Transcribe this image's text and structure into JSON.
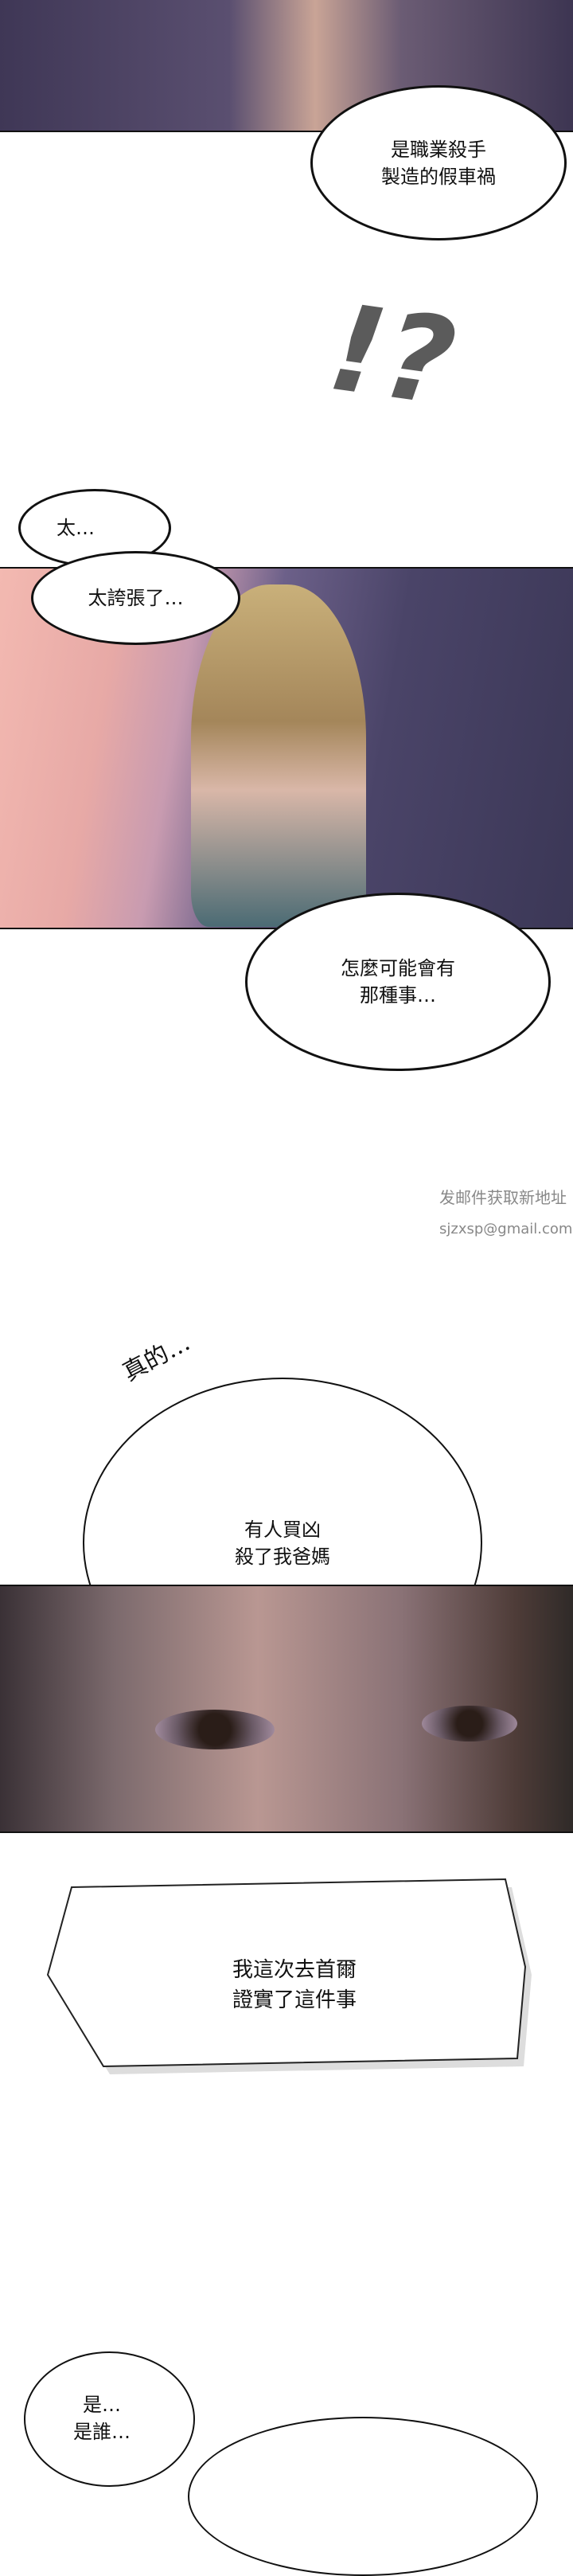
{
  "bubbles": {
    "b1": "是職業殺手\n製造的假車禍",
    "sfx1": "!?",
    "b2": "太…",
    "b3": "太誇張了…",
    "b4": "怎麼可能會有\n那種事…",
    "handwritten": "真的…",
    "b5": "有人買凶\n殺了我爸媽",
    "b6": "我這次去首爾\n證實了這件事",
    "b7": "是…\n是誰…"
  },
  "watermark": {
    "line1": "发邮件获取新地址",
    "line2": "sjzxsp@gmail.com"
  },
  "colors": {
    "panel_dark": "#4a4160",
    "panel_warm": "#d9a7a0",
    "eyes_panel": "#6b5a5e"
  }
}
